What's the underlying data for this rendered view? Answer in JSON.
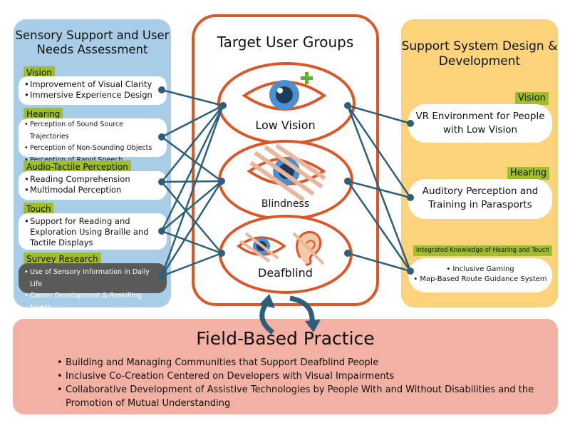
{
  "left_panel": {
    "title": "Sensory Support and User Needs Assessment",
    "vision": {
      "tag": "Vision",
      "items": [
        "Improvement of Visual Clarity",
        "Immersive Experience Design"
      ]
    },
    "hearing": {
      "tag": "Hearing",
      "items": [
        "Perception of Sound Source Trajectories",
        "Perception of Non-Sounding Objects",
        "Perception of Rapid Speech"
      ]
    },
    "audio_tactile": {
      "tag": "Audio-Tactile Perception",
      "items": [
        "Reading Comprehension",
        "Multimodal Perception"
      ]
    },
    "touch": {
      "tag": "Touch",
      "items": [
        "Support for Reading and Exploration Using Braille and Tactile Displays"
      ]
    },
    "survey": {
      "tag": "Survey Research",
      "items": [
        "Use of Sensory Information in Daily Life",
        "Career Development & Reskilling Needs"
      ]
    }
  },
  "center_panel": {
    "title": "Target User Groups",
    "groups": [
      "Low Vision",
      "Blindness",
      "Deafblind"
    ]
  },
  "right_panel": {
    "title": "Support System Design & Development",
    "vision": {
      "tag": "Vision",
      "text": "VR Environment for People with Low Vision"
    },
    "hearing": {
      "tag": "Hearing",
      "text": "Auditory Perception and Training in Parasports"
    },
    "integrated": {
      "tag": "Integrated Knowledge of Hearing and Touch",
      "items": [
        "Inclusive Gaming",
        "Map-Based Route Guidance System"
      ]
    }
  },
  "field_practice": {
    "title": "Field-Based Practice",
    "items": [
      "Building and Managing Communities that Support Deafblind People",
      "Inclusive Co-Creation Centered on Developers with Visual Impairments",
      "Collaborative Development of Assistive Technologies by People With and Without Disabilities and the Promotion of Mutual Understanding"
    ]
  },
  "colors": {
    "left_panel": "#a9cde6",
    "right_panel": "#fcd27b",
    "center_border": "#d9582b",
    "field_panel": "#f2b1a3",
    "tag": "#9fbe2e",
    "connector": "#2e5f7a"
  }
}
